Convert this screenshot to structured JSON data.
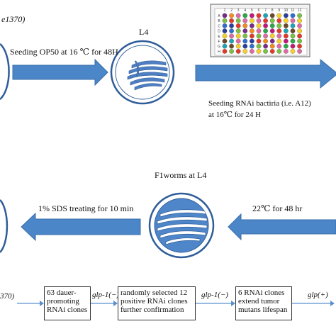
{
  "top": {
    "strain_label": "e1370)",
    "arrow1_label": "Seeding OP50 at 16 ℃ for 48H",
    "l4_label": "L4",
    "arrow2_line1": "Seeding RNAi  bactiria  (i.e. A12)",
    "arrow2_line2": "at 16℃ for 24 H",
    "plate_cols": [
      "1",
      "2",
      "3",
      "4",
      "5",
      "6",
      "7",
      "8",
      "9",
      "10",
      "11",
      "12"
    ],
    "plate_rows": [
      "A",
      "B",
      "C",
      "D",
      "E",
      "F",
      "G",
      "H"
    ]
  },
  "middle": {
    "f1_label": "F1worms at L4",
    "right_arrow_label": "22℃ for 48 hr",
    "left_arrow_label": "1% SDS treating for 10 min"
  },
  "bottom": {
    "start_label": "370)",
    "box1": [
      "63 dauer-",
      "promoting",
      "RNAi clones"
    ],
    "arrow1_label": "glp-1(−)",
    "box2": [
      "randomly selected 12",
      "positive RNAi clones",
      "further confirmation"
    ],
    "arrow2_label": "glp-1(−)",
    "box3": [
      "6 RNAi clones",
      "extend tumor",
      "mutans lifespan"
    ],
    "arrow3_label": "glp(+)"
  },
  "colors": {
    "arrow_fill": "#4a86c8",
    "arrow_stroke": "#3a6ea8",
    "dish_ring": "#2e5d9a",
    "worm_fill": "#4f7fc2",
    "flow_arrow": "#5a8fd0",
    "plate_well_palette": [
      "#7b2a8a",
      "#e23a2a",
      "#2f6fd1",
      "#2ba84a",
      "#f5d02a",
      "#f28c1e",
      "#1aa6b7",
      "#7ac043",
      "#c2187a",
      "#2a3f9e",
      "#e06aa6",
      "#6b4a2a"
    ]
  }
}
